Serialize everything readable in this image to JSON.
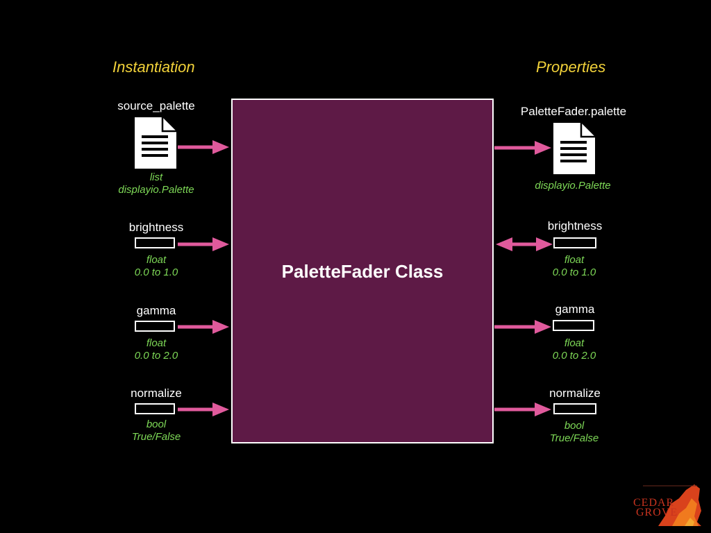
{
  "headings": {
    "left": "Instantiation",
    "right": "Properties"
  },
  "center": {
    "title": "PaletteFader Class"
  },
  "inputs": [
    {
      "label": "source_palette",
      "type_line1": "list",
      "type_line2": "displayio.Palette",
      "icon": "document-icon"
    },
    {
      "label": "brightness",
      "type_line1": "float",
      "type_line2": "0.0 to 1.0"
    },
    {
      "label": "gamma",
      "type_line1": "float",
      "type_line2": "0.0 to 2.0"
    },
    {
      "label": "normalize",
      "type_line1": "bool",
      "type_line2": "True/False"
    }
  ],
  "properties": [
    {
      "label": "PaletteFader.palette",
      "type_line1": "displayio.Palette",
      "icon": "document-icon"
    },
    {
      "label": "brightness",
      "type_line1": "float",
      "type_line2": "0.0 to 1.0",
      "arrow": "bidirectional"
    },
    {
      "label": "gamma",
      "type_line1": "float",
      "type_line2": "0.0 to 2.0"
    },
    {
      "label": "normalize",
      "type_line1": "bool",
      "type_line2": "True/False"
    }
  ],
  "logo": {
    "line1": "CEDAR",
    "line2": "GROVE"
  },
  "colors": {
    "heading": "#f2d23a",
    "type": "#7ed957",
    "arrow": "#e05a9c",
    "box": "#5e1a46"
  }
}
